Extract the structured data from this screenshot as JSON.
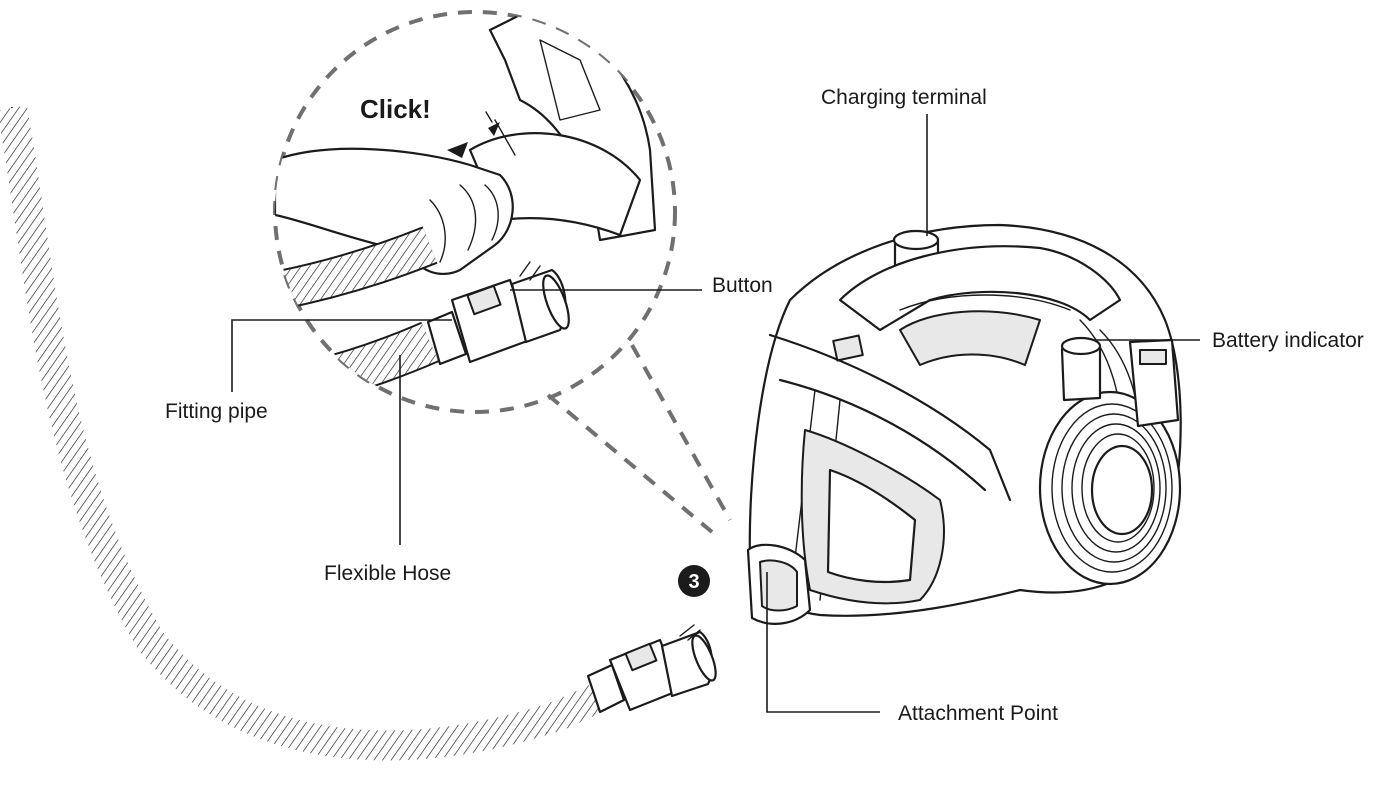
{
  "labels": {
    "click": "Click!",
    "charging_terminal": "Charging terminal",
    "button": "Button",
    "battery_indicator": "Battery indicator",
    "fitting_pipe": "Fitting pipe",
    "flexible_hose": "Flexible Hose",
    "attachment_point": "Attachment Point"
  },
  "step_number": "3",
  "colors": {
    "ink": "#1b1b1b",
    "dashed_callout": "#707070",
    "background": "#ffffff"
  }
}
